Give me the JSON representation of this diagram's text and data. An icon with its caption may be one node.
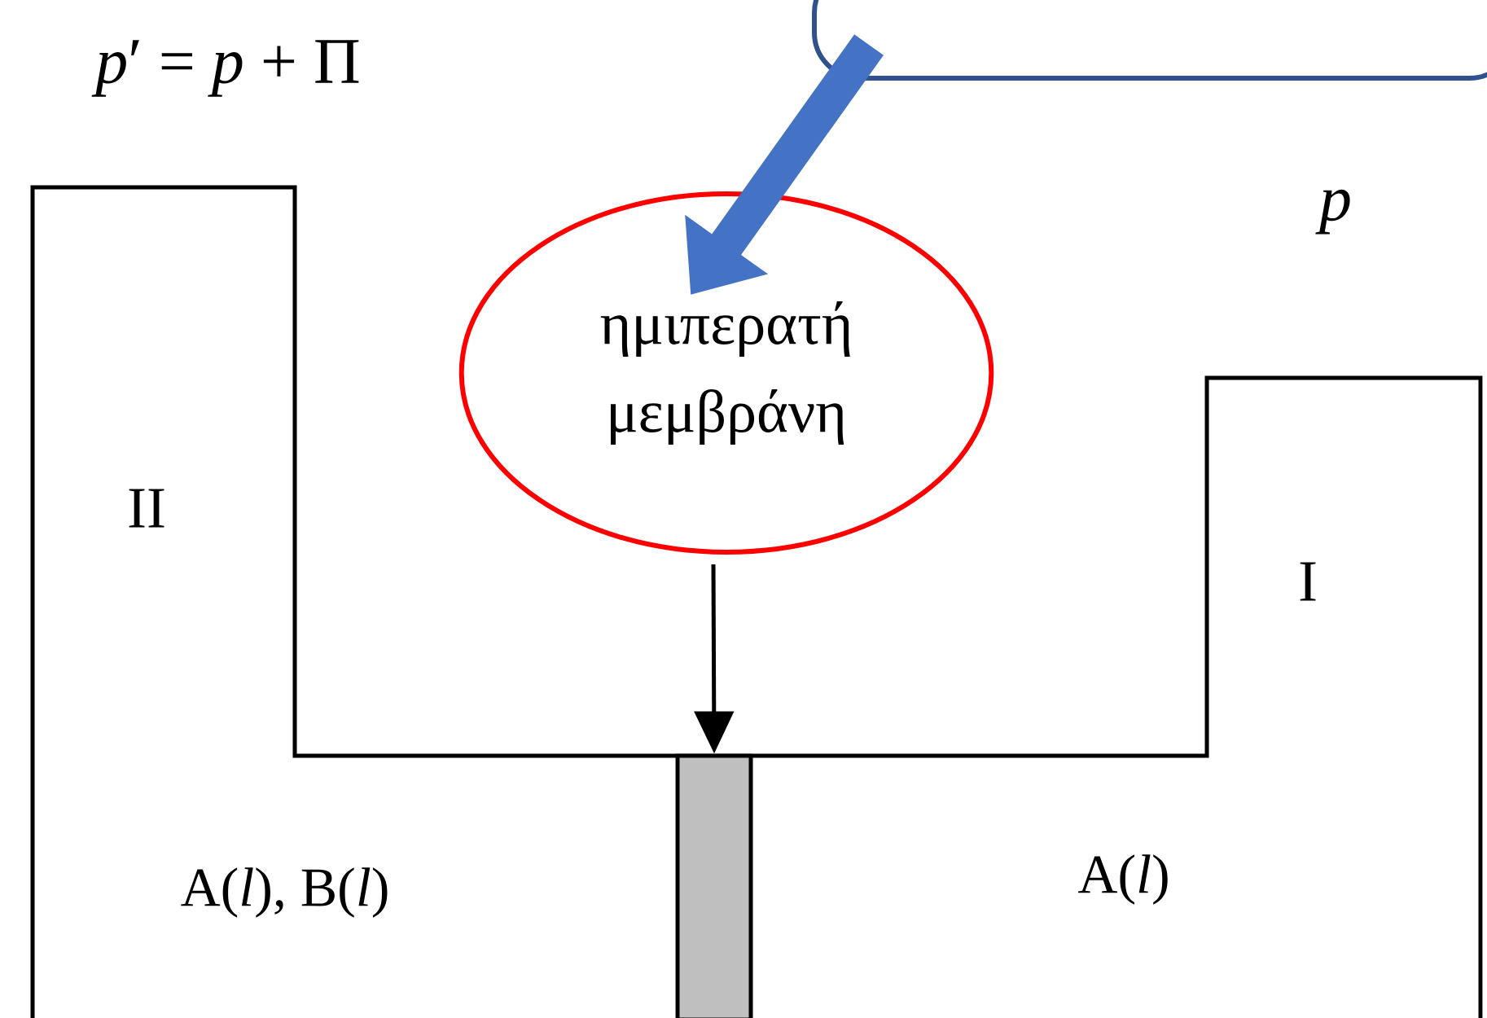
{
  "diagram": {
    "nodes": [
      {
        "text": [],
        "shape": "box"
      },
      {
        "text": [
          "ημιπερατή μεμβράνη"
        ]
      },
      {
        "text": [],
        "shape": "bar"
      }
    ],
    "edges": [
      {
        "from": 0,
        "to": 1,
        "arrow": "to",
        "style": "thick",
        "color": "#4472c4"
      },
      {
        "from": 1,
        "to": 2,
        "arrow": "to",
        "color": "#000000"
      }
    ],
    "labels": [
      "*p*′ = *p* + Π",
      "*p*",
      "II",
      "I",
      "A(*l*), B(*l*)",
      "A(*l*)"
    ]
  }
}
